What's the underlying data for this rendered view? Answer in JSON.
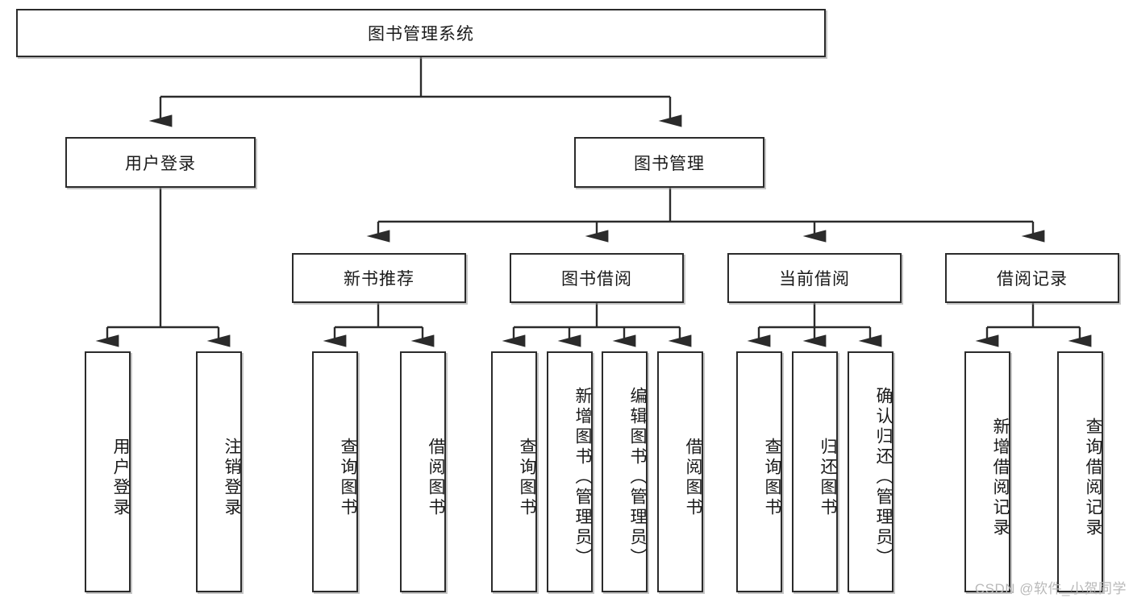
{
  "diagram": {
    "title": "图书管理系统",
    "type": "tree-hierarchy-diagram",
    "root": {
      "label": "图书管理系统"
    },
    "level2": [
      {
        "label": "用户登录"
      },
      {
        "label": "图书管理"
      }
    ],
    "level3": [
      {
        "label": "新书推荐"
      },
      {
        "label": "图书借阅"
      },
      {
        "label": "当前借阅"
      },
      {
        "label": "借阅记录"
      }
    ],
    "leaves": {
      "user_login": [
        {
          "label": "用户登录"
        },
        {
          "label": "注销登录"
        }
      ],
      "new_book_recommend": [
        {
          "label": "查询图书"
        },
        {
          "label": "借阅图书"
        }
      ],
      "book_borrow": [
        {
          "label": "查询图书"
        },
        {
          "label": "新增图书（管理员）"
        },
        {
          "label": "编辑图书（管理员）"
        },
        {
          "label": "借阅图书"
        }
      ],
      "current_borrow": [
        {
          "label": "查询图书"
        },
        {
          "label": "归还图书"
        },
        {
          "label": "确认归还（管理员）"
        }
      ],
      "borrow_record": [
        {
          "label": "新增借阅记录"
        },
        {
          "label": "查询借阅记录"
        }
      ]
    }
  },
  "watermark": {
    "text": "CSDN @软件_小贺同学"
  },
  "colors": {
    "stroke": "#2b2b2b",
    "fill": "#ffffff",
    "text": "#1a1a1a",
    "watermark": "#b9b9b9"
  }
}
